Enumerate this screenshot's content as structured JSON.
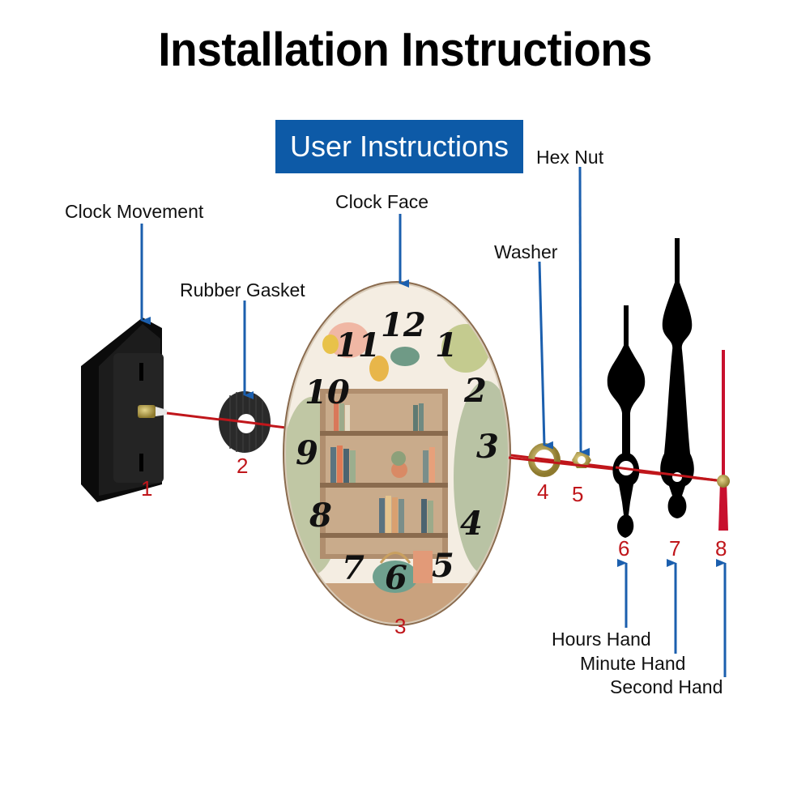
{
  "title": "Installation Instructions",
  "subtitle": "User Instructions",
  "colors": {
    "accent": "#0d5aa7",
    "leader_line": "#1b5fae",
    "axis_line": "#c0161b",
    "part_number": "#c0161b",
    "brass": "#b9a04a"
  },
  "parts": [
    {
      "number": "1",
      "label": "Clock Movement",
      "icon": "clock-movement-icon"
    },
    {
      "number": "2",
      "label": "Rubber Gasket",
      "icon": "rubber-gasket-icon"
    },
    {
      "number": "3",
      "label": "Clock Face",
      "icon": "clock-face-icon"
    },
    {
      "number": "4",
      "label": "Washer",
      "icon": "washer-icon"
    },
    {
      "number": "5",
      "label": "Hex Nut",
      "icon": "hex-nut-icon"
    },
    {
      "number": "6",
      "label": "Hours Hand",
      "icon": "hour-hand-icon"
    },
    {
      "number": "7",
      "label": "Minute Hand",
      "icon": "minute-hand-icon"
    },
    {
      "number": "8",
      "label": "Second Hand",
      "icon": "second-hand-icon"
    }
  ],
  "clock_face": {
    "numerals": [
      "12",
      "1",
      "2",
      "3",
      "4",
      "5",
      "6",
      "7",
      "8",
      "9",
      "10",
      "11"
    ],
    "illustration": "bookshelf with plants, books and teapot"
  }
}
